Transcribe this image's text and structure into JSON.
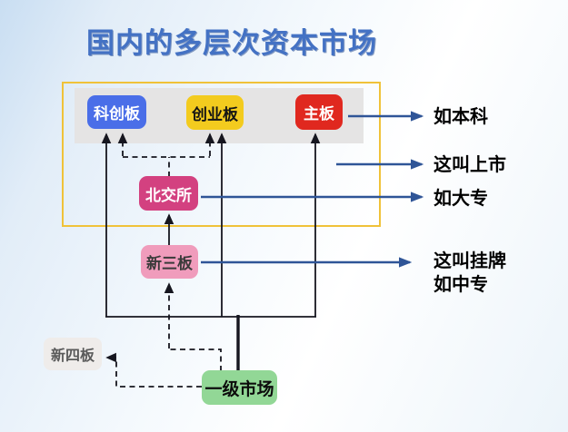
{
  "title": "国内的多层次资本市场",
  "colors": {
    "title_blue": "#4472C4",
    "frame_gold": "#F0C239",
    "panel_gray": "#E5E4E4",
    "kechuangban_blue": "#4A6EE8",
    "chuangyeban_yellow": "#F3CB1E",
    "zhuban_red": "#E0281F",
    "beijiaosuo_magenta": "#D34180",
    "xinsanban_pink": "#F09CBC",
    "xinsiban_gray": "#EFECEA",
    "yijishichang_green": "#92D796",
    "connector_black": "#16161f",
    "arrow_blue": "#2F5597"
  },
  "nodes": {
    "kechuangban": {
      "label": "科创板"
    },
    "chuangyeban": {
      "label": "创业板"
    },
    "zhuban": {
      "label": "主板"
    },
    "beijiaosuo": {
      "label": "北交所"
    },
    "xinsanban": {
      "label": "新三板"
    },
    "xinsiban": {
      "label": "新四板"
    },
    "yijishichang": {
      "label": "一级市场"
    }
  },
  "annotations": {
    "bachelor": "如本科",
    "listed": "这叫上市",
    "college": "如大专",
    "guapai": "这叫挂牌",
    "zhongzhuan": "如中专"
  }
}
